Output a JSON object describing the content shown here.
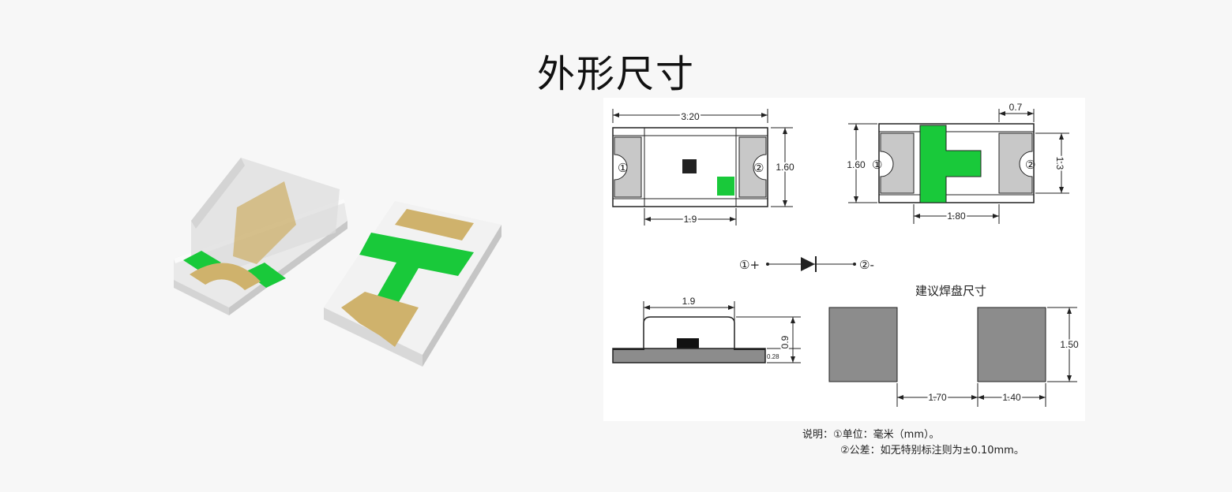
{
  "page": {
    "title": "外形尺寸"
  },
  "top_view": {
    "width": "3.20",
    "height": "1.60",
    "inner": "1.9",
    "pin1": "①",
    "pin2": "②"
  },
  "bottom_view": {
    "height": "1.60",
    "pad_width": "0.7",
    "pad_height": "1.3",
    "inner": "1.80",
    "pin1": "①",
    "pin2": "②"
  },
  "symbol": {
    "pin1": "①+",
    "pin2": "②-"
  },
  "side_view": {
    "length": "1.9",
    "height": "0.9",
    "base": "0.28"
  },
  "pads": {
    "title": "建议焊盘尺寸",
    "gap": "1.70",
    "width": "1.40",
    "height": "1.50"
  },
  "notes": {
    "line1": "说明：①单位：毫米（mm）。",
    "line2": "②公差：如无特别标注则为±0.10mm。"
  },
  "colors": {
    "green": "#19c93a",
    "gray": "#8c8c8c",
    "gold": "#cfb26c",
    "black": "#111111"
  }
}
